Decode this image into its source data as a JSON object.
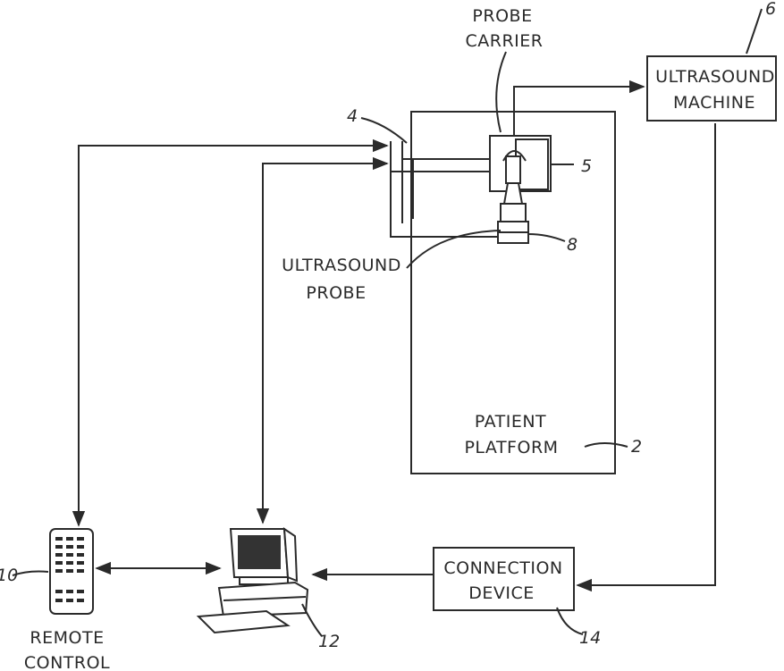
{
  "labels": {
    "probe_carrier": [
      "PROBE",
      "CARRIER"
    ],
    "ultrasound_machine": [
      "ULTRASOUND",
      "MACHINE"
    ],
    "ultrasound_probe": [
      "ULTRASOUND",
      "PROBE"
    ],
    "patient_platform": [
      "PATIENT",
      "PLATFORM"
    ],
    "connection_device": [
      "CONNECTION",
      "DEVICE"
    ],
    "remote_control": [
      "REMOTE",
      "CONTROL"
    ]
  },
  "refs": {
    "platform": "2",
    "arm": "4",
    "carrier": "5",
    "machine": "6",
    "probe": "8",
    "remote": "10",
    "computer": "12",
    "connection": "14"
  }
}
